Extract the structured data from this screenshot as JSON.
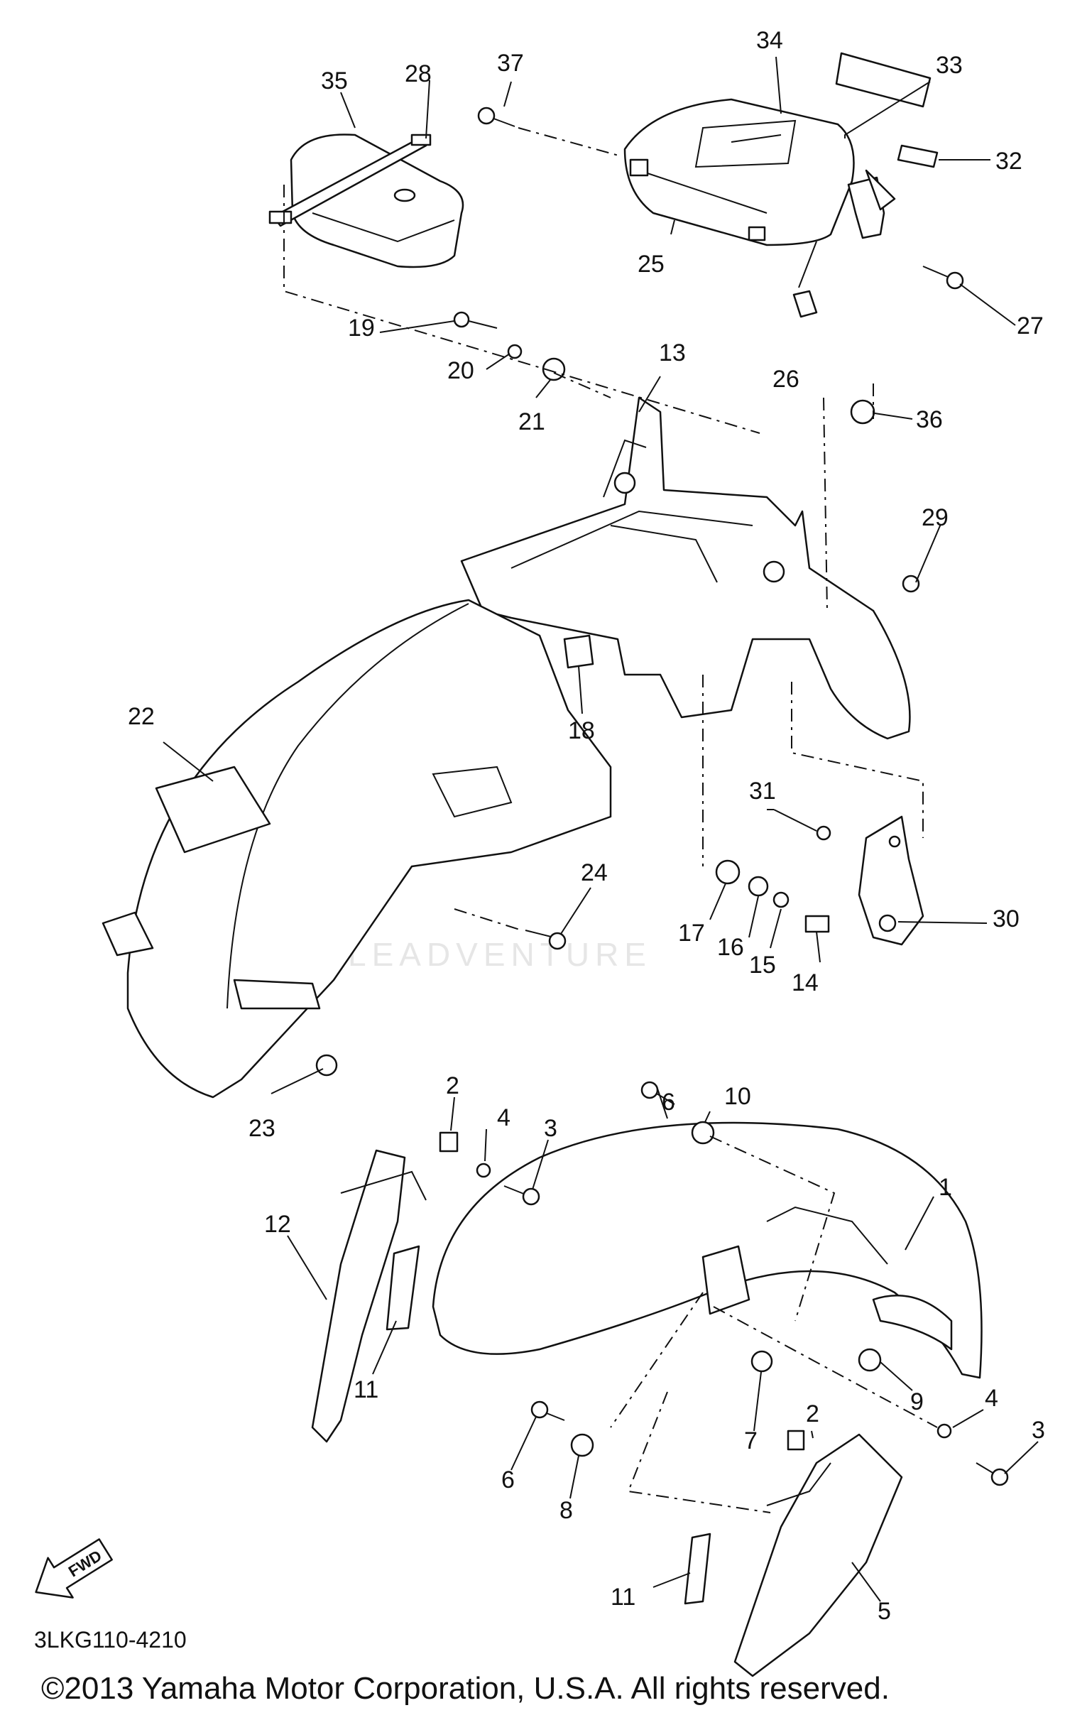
{
  "diagram": {
    "callouts": [
      "1",
      "2",
      "3",
      "4",
      "5",
      "6",
      "7",
      "8",
      "9",
      "10",
      "11",
      "12",
      "13",
      "14",
      "15",
      "16",
      "17",
      "18",
      "19",
      "20",
      "21",
      "22",
      "23",
      "24",
      "25",
      "26",
      "27",
      "28",
      "29",
      "30",
      "31",
      "32",
      "33",
      "34",
      "35",
      "36",
      "37"
    ],
    "duplicate_callouts": [
      "2",
      "3",
      "4",
      "6",
      "11"
    ],
    "direction_arrow": "FWD",
    "drawing_code": "3LKG110-4210",
    "watermark": "LEADVENTURE",
    "copyright": "©2013 Yamaha Motor Corporation, U.S.A. All rights reserved."
  }
}
